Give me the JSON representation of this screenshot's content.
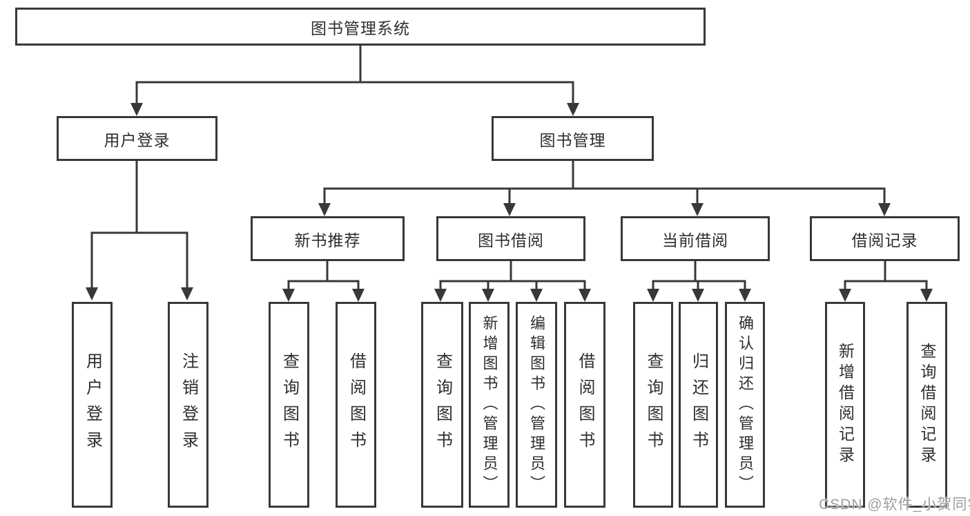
{
  "diagram": {
    "title": "图书管理系统",
    "branches": {
      "user_login": {
        "label": "用户登录",
        "children": [
          "用户登录",
          "注销登录"
        ]
      },
      "book_management": {
        "label": "图书管理",
        "modules": {
          "new_book": {
            "label": "新书推荐",
            "children": [
              "查询图书",
              "借阅图书"
            ]
          },
          "book_borrow": {
            "label": "图书借阅",
            "children": [
              "查询图书",
              "新增图书（管理员）",
              "编辑图书（管理员）",
              "借阅图书"
            ]
          },
          "current_borrow": {
            "label": "当前借阅",
            "children": [
              "查询图书",
              "归还图书",
              "确认归还（管理员）"
            ]
          },
          "borrow_record": {
            "label": "借阅记录",
            "children": [
              "新增借阅记录",
              "查询借阅记录"
            ]
          }
        }
      }
    },
    "watermark": "CSDN @软件_小贺同学"
  },
  "colors": {
    "line": "#383838",
    "box_border": "#383838",
    "text": "#2e2e2e",
    "watermark": "#9e9e9e",
    "background": "#ffffff"
  }
}
